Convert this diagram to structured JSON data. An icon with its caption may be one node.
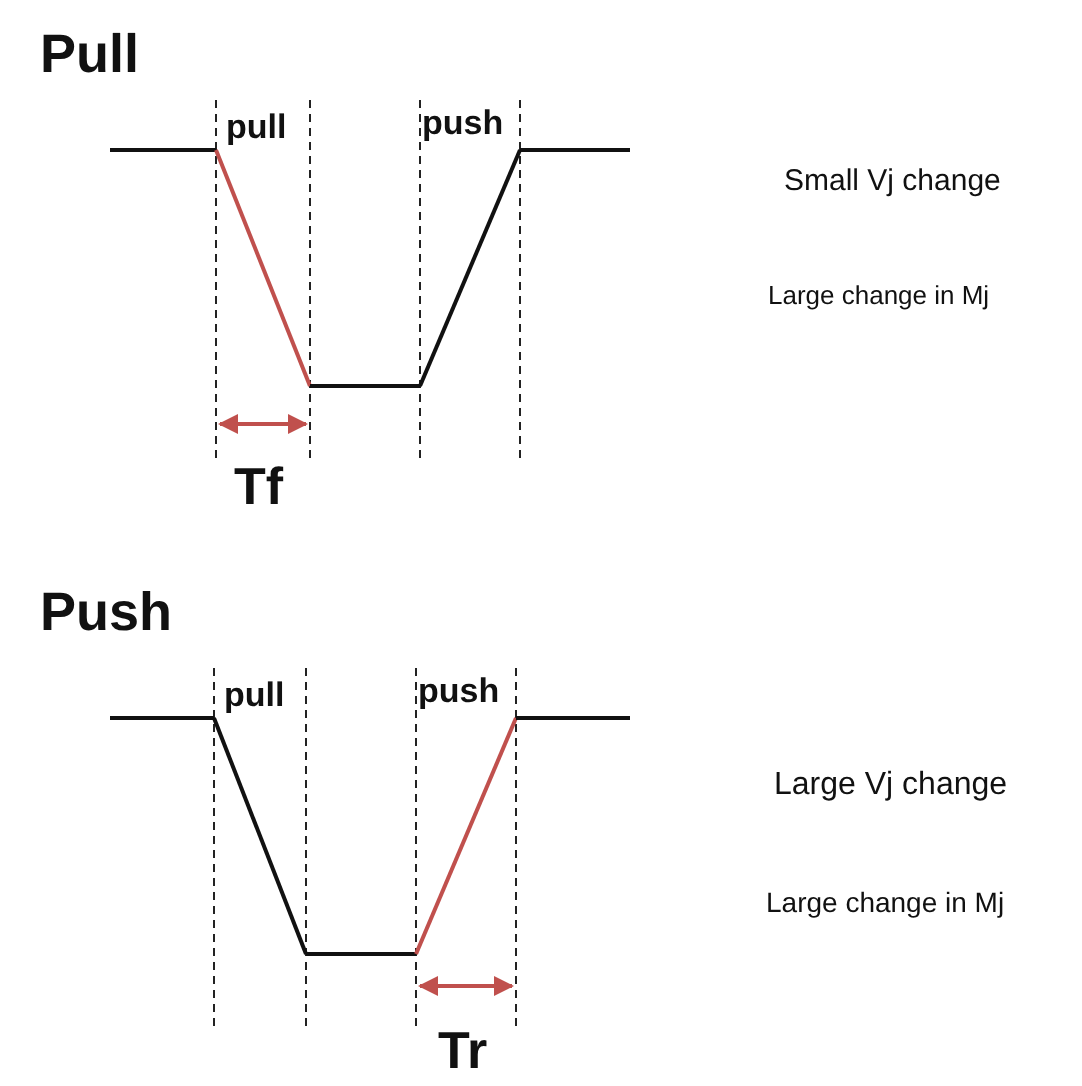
{
  "diagram": {
    "labels": [
      "Pull",
      "pull",
      "push",
      "Small Vj change",
      "Large change in Mj",
      "Tf",
      "Push",
      "pull",
      "push",
      "Large Vj change",
      "Large change in Mj",
      "Tr"
    ]
  }
}
